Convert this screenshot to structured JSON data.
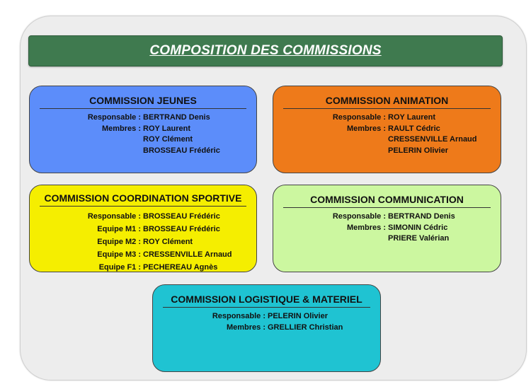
{
  "banner": {
    "title": "COMPOSITION DES COMMISSIONS"
  },
  "commissions": {
    "jeunes": {
      "title": "COMMISSION JEUNES",
      "rows": [
        {
          "role": "Responsable :",
          "name": "BERTRAND Denis"
        },
        {
          "role": "Membres :",
          "name": "ROY Laurent"
        },
        {
          "role": "",
          "name": "ROY Clément"
        },
        {
          "role": "",
          "name": "BROSSEAU Frédéric"
        }
      ]
    },
    "animation": {
      "title": "COMMISSION ANIMATION",
      "rows": [
        {
          "role": "Responsable :",
          "name": "ROY Laurent"
        },
        {
          "role": "Membres :",
          "name": "RAULT Cédric"
        },
        {
          "role": "",
          "name": "CRESSENVILLE Arnaud"
        },
        {
          "role": "",
          "name": "PELERIN Olivier"
        }
      ]
    },
    "sportive": {
      "title": "COMMISSION COORDINATION SPORTIVE",
      "rows": [
        {
          "role": "Responsable :",
          "name": "BROSSEAU Frédéric"
        },
        {
          "role": "Equipe M1 :",
          "name": "BROSSEAU Frédéric"
        },
        {
          "role": "Equipe M2 :",
          "name": "ROY Clément"
        },
        {
          "role": "Equipe M3 :",
          "name": "CRESSENVILLE Arnaud"
        },
        {
          "role": "Equipe F1 :",
          "name": "PECHEREAU Agnès"
        }
      ]
    },
    "communication": {
      "title": "COMMISSION COMMUNICATION",
      "rows": [
        {
          "role": "Responsable :",
          "name": "BERTRAND Denis"
        },
        {
          "role": "Membres :",
          "name": "SIMONIN Cédric"
        },
        {
          "role": "",
          "name": "PRIERE Valérian"
        }
      ]
    },
    "logistique": {
      "title": "COMMISSION LOGISTIQUE & MATERIEL",
      "rows": [
        {
          "role": "Responsable :",
          "name": "PELERIN Olivier"
        },
        {
          "role": "Membres :",
          "name": "GRELLIER Christian"
        }
      ]
    }
  },
  "colors": {
    "banner": "#3f7a4f",
    "jeunes": "#5c8dfa",
    "animation": "#ee7a1a",
    "sportive": "#f5ee00",
    "communication": "#ccf7a0",
    "logistique": "#1fc3d2"
  }
}
